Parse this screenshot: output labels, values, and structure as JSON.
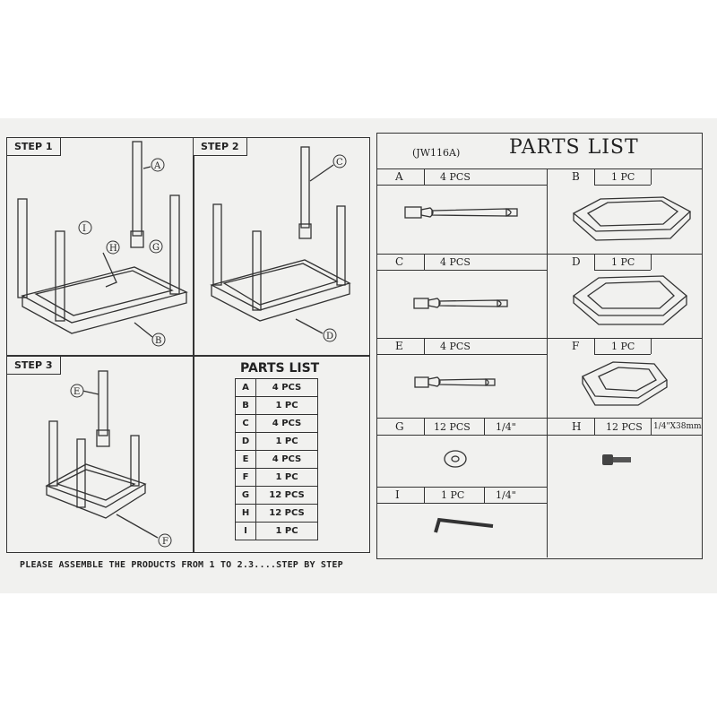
{
  "steps": [
    {
      "label": "STEP 1",
      "callouts": [
        "A",
        "I",
        "H",
        "G",
        "B"
      ]
    },
    {
      "label": "STEP 2",
      "callouts": [
        "C",
        "D"
      ]
    },
    {
      "label": "STEP 3",
      "callouts": [
        "E",
        "F"
      ]
    }
  ],
  "mini_parts_list": {
    "title": "PARTS LIST",
    "rows": [
      {
        "letter": "A",
        "qty": "4 PCS"
      },
      {
        "letter": "B",
        "qty": "1 PC"
      },
      {
        "letter": "C",
        "qty": "4 PCS"
      },
      {
        "letter": "D",
        "qty": "1 PC"
      },
      {
        "letter": "E",
        "qty": "4 PCS"
      },
      {
        "letter": "F",
        "qty": "1 PC"
      },
      {
        "letter": "G",
        "qty": "12 PCS"
      },
      {
        "letter": "H",
        "qty": "12 PCS"
      },
      {
        "letter": "I",
        "qty": "1 PC"
      }
    ]
  },
  "footer": "PLEASE ASSEMBLE THE PRODUCTS FROM 1 TO 2.3....STEP BY STEP",
  "parts_list": {
    "model": "(JW116A)",
    "title": "PARTS LIST",
    "parts": [
      {
        "letter": "A",
        "qty": "4 PCS",
        "size": ""
      },
      {
        "letter": "B",
        "qty": "1 PC",
        "size": ""
      },
      {
        "letter": "C",
        "qty": "4 PCS",
        "size": ""
      },
      {
        "letter": "D",
        "qty": "1 PC",
        "size": ""
      },
      {
        "letter": "E",
        "qty": "4 PCS",
        "size": ""
      },
      {
        "letter": "F",
        "qty": "1 PC",
        "size": ""
      },
      {
        "letter": "G",
        "qty": "12 PCS",
        "size": "1/4\""
      },
      {
        "letter": "H",
        "qty": "12 PCS",
        "size": "1/4\"X38mm"
      },
      {
        "letter": "I",
        "qty": "1 PC",
        "size": "1/4\""
      }
    ]
  },
  "icons": [
    "table-leg-icon",
    "table-frame-icon",
    "washer-icon",
    "bolt-icon",
    "allen-key-icon"
  ]
}
